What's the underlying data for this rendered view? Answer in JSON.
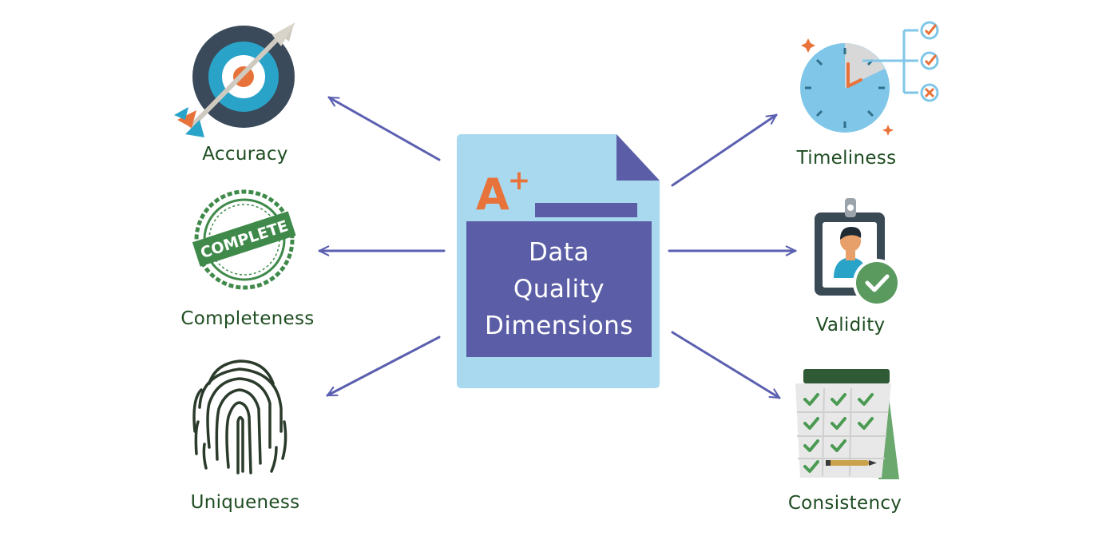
{
  "center": {
    "grade": "A",
    "grade_plus": "+",
    "title_lines": [
      "Data",
      "Quality",
      "Dimensions"
    ]
  },
  "dimensions": {
    "accuracy": "Accuracy",
    "completeness": "Completeness",
    "uniqueness": "Uniqueness",
    "timeliness": "Timeliness",
    "validity": "Validity",
    "consistency": "Consistency"
  },
  "stamp_text": "COMPLETE",
  "colors": {
    "label_text": "#1f4d22",
    "arrow": "#5b5fb0",
    "document": "#a9d9ef",
    "document_panel": "#5b5ea6",
    "grade": "#e8733a"
  }
}
